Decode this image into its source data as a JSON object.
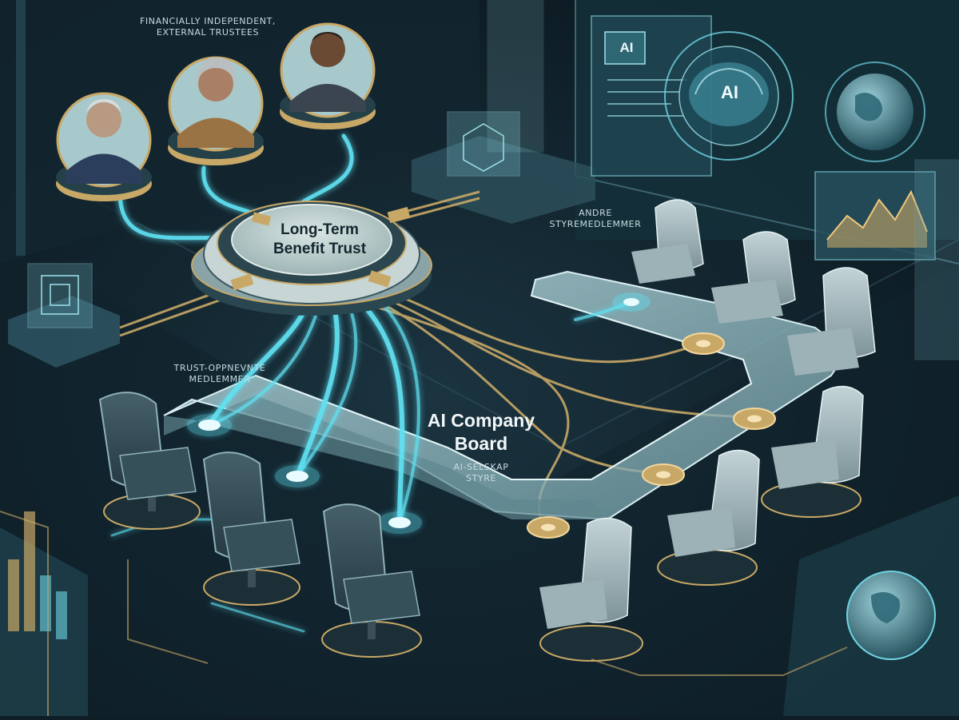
{
  "labels": {
    "trustees": [
      "FINANCIALLY INDEPENDENT,",
      "EXTERNAL TRUSTEES"
    ],
    "trust": [
      "Long-Term",
      "Benefit Trust"
    ],
    "others": [
      "ANDRE",
      "STYREMEDLEMMER"
    ],
    "appointed": [
      "TRUST-OPPNEVNTE",
      "MEDLEMMER"
    ],
    "board": [
      "AI Company",
      "Board"
    ],
    "board_sub": [
      "AI-SELSKAP",
      "STYRE"
    ],
    "ai_badge": "AI",
    "brain": "AI"
  },
  "colors": {
    "background": "#0e1d26",
    "glow_cyan": "#5fe1f2",
    "gold": "#c8a867",
    "glass": "#9cc4cb"
  }
}
